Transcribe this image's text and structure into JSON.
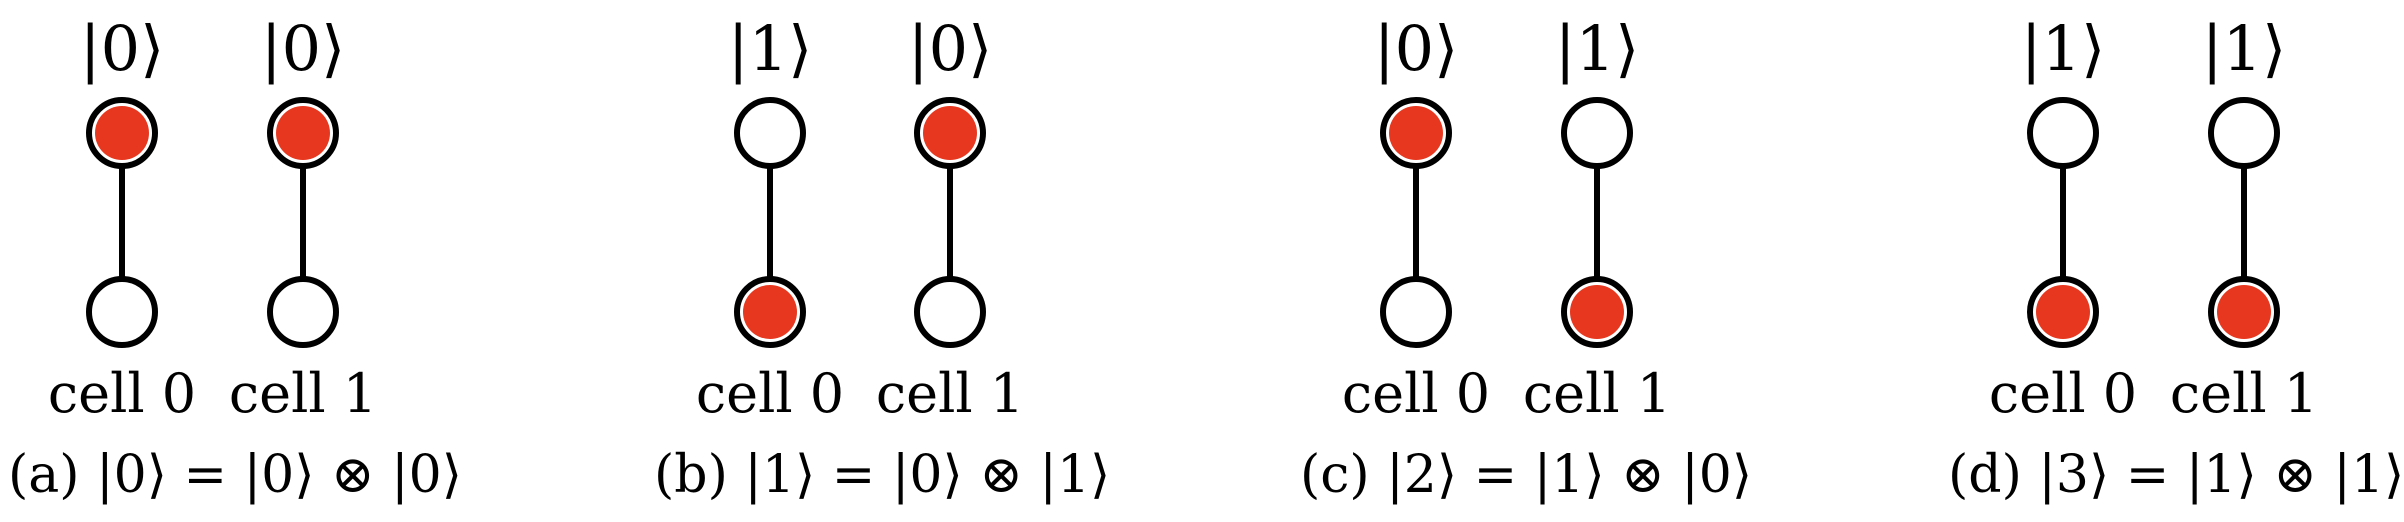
{
  "colors": {
    "filled": "#e8371f",
    "stroke": "#000000",
    "empty": "#ffffff"
  },
  "panels": [
    {
      "caption": "(a) |0⟩ = |0⟩ ⊗ |0⟩",
      "cells": [
        {
          "label": "cell 0",
          "ket": "|0⟩",
          "filled": "top"
        },
        {
          "label": "cell 1",
          "ket": "|0⟩",
          "filled": "top"
        }
      ]
    },
    {
      "caption": "(b) |1⟩ = |0⟩ ⊗ |1⟩",
      "cells": [
        {
          "label": "cell 0",
          "ket": "|1⟩",
          "filled": "bottom"
        },
        {
          "label": "cell 1",
          "ket": "|0⟩",
          "filled": "top"
        }
      ]
    },
    {
      "caption": "(c) |2⟩ = |1⟩ ⊗ |0⟩",
      "cells": [
        {
          "label": "cell 0",
          "ket": "|0⟩",
          "filled": "top"
        },
        {
          "label": "cell 1",
          "ket": "|1⟩",
          "filled": "bottom"
        }
      ]
    },
    {
      "caption": "(d) |3⟩ = |1⟩ ⊗ |1⟩",
      "cells": [
        {
          "label": "cell 0",
          "ket": "|1⟩",
          "filled": "bottom"
        },
        {
          "label": "cell 1",
          "ket": "|1⟩",
          "filled": "bottom"
        }
      ]
    }
  ]
}
